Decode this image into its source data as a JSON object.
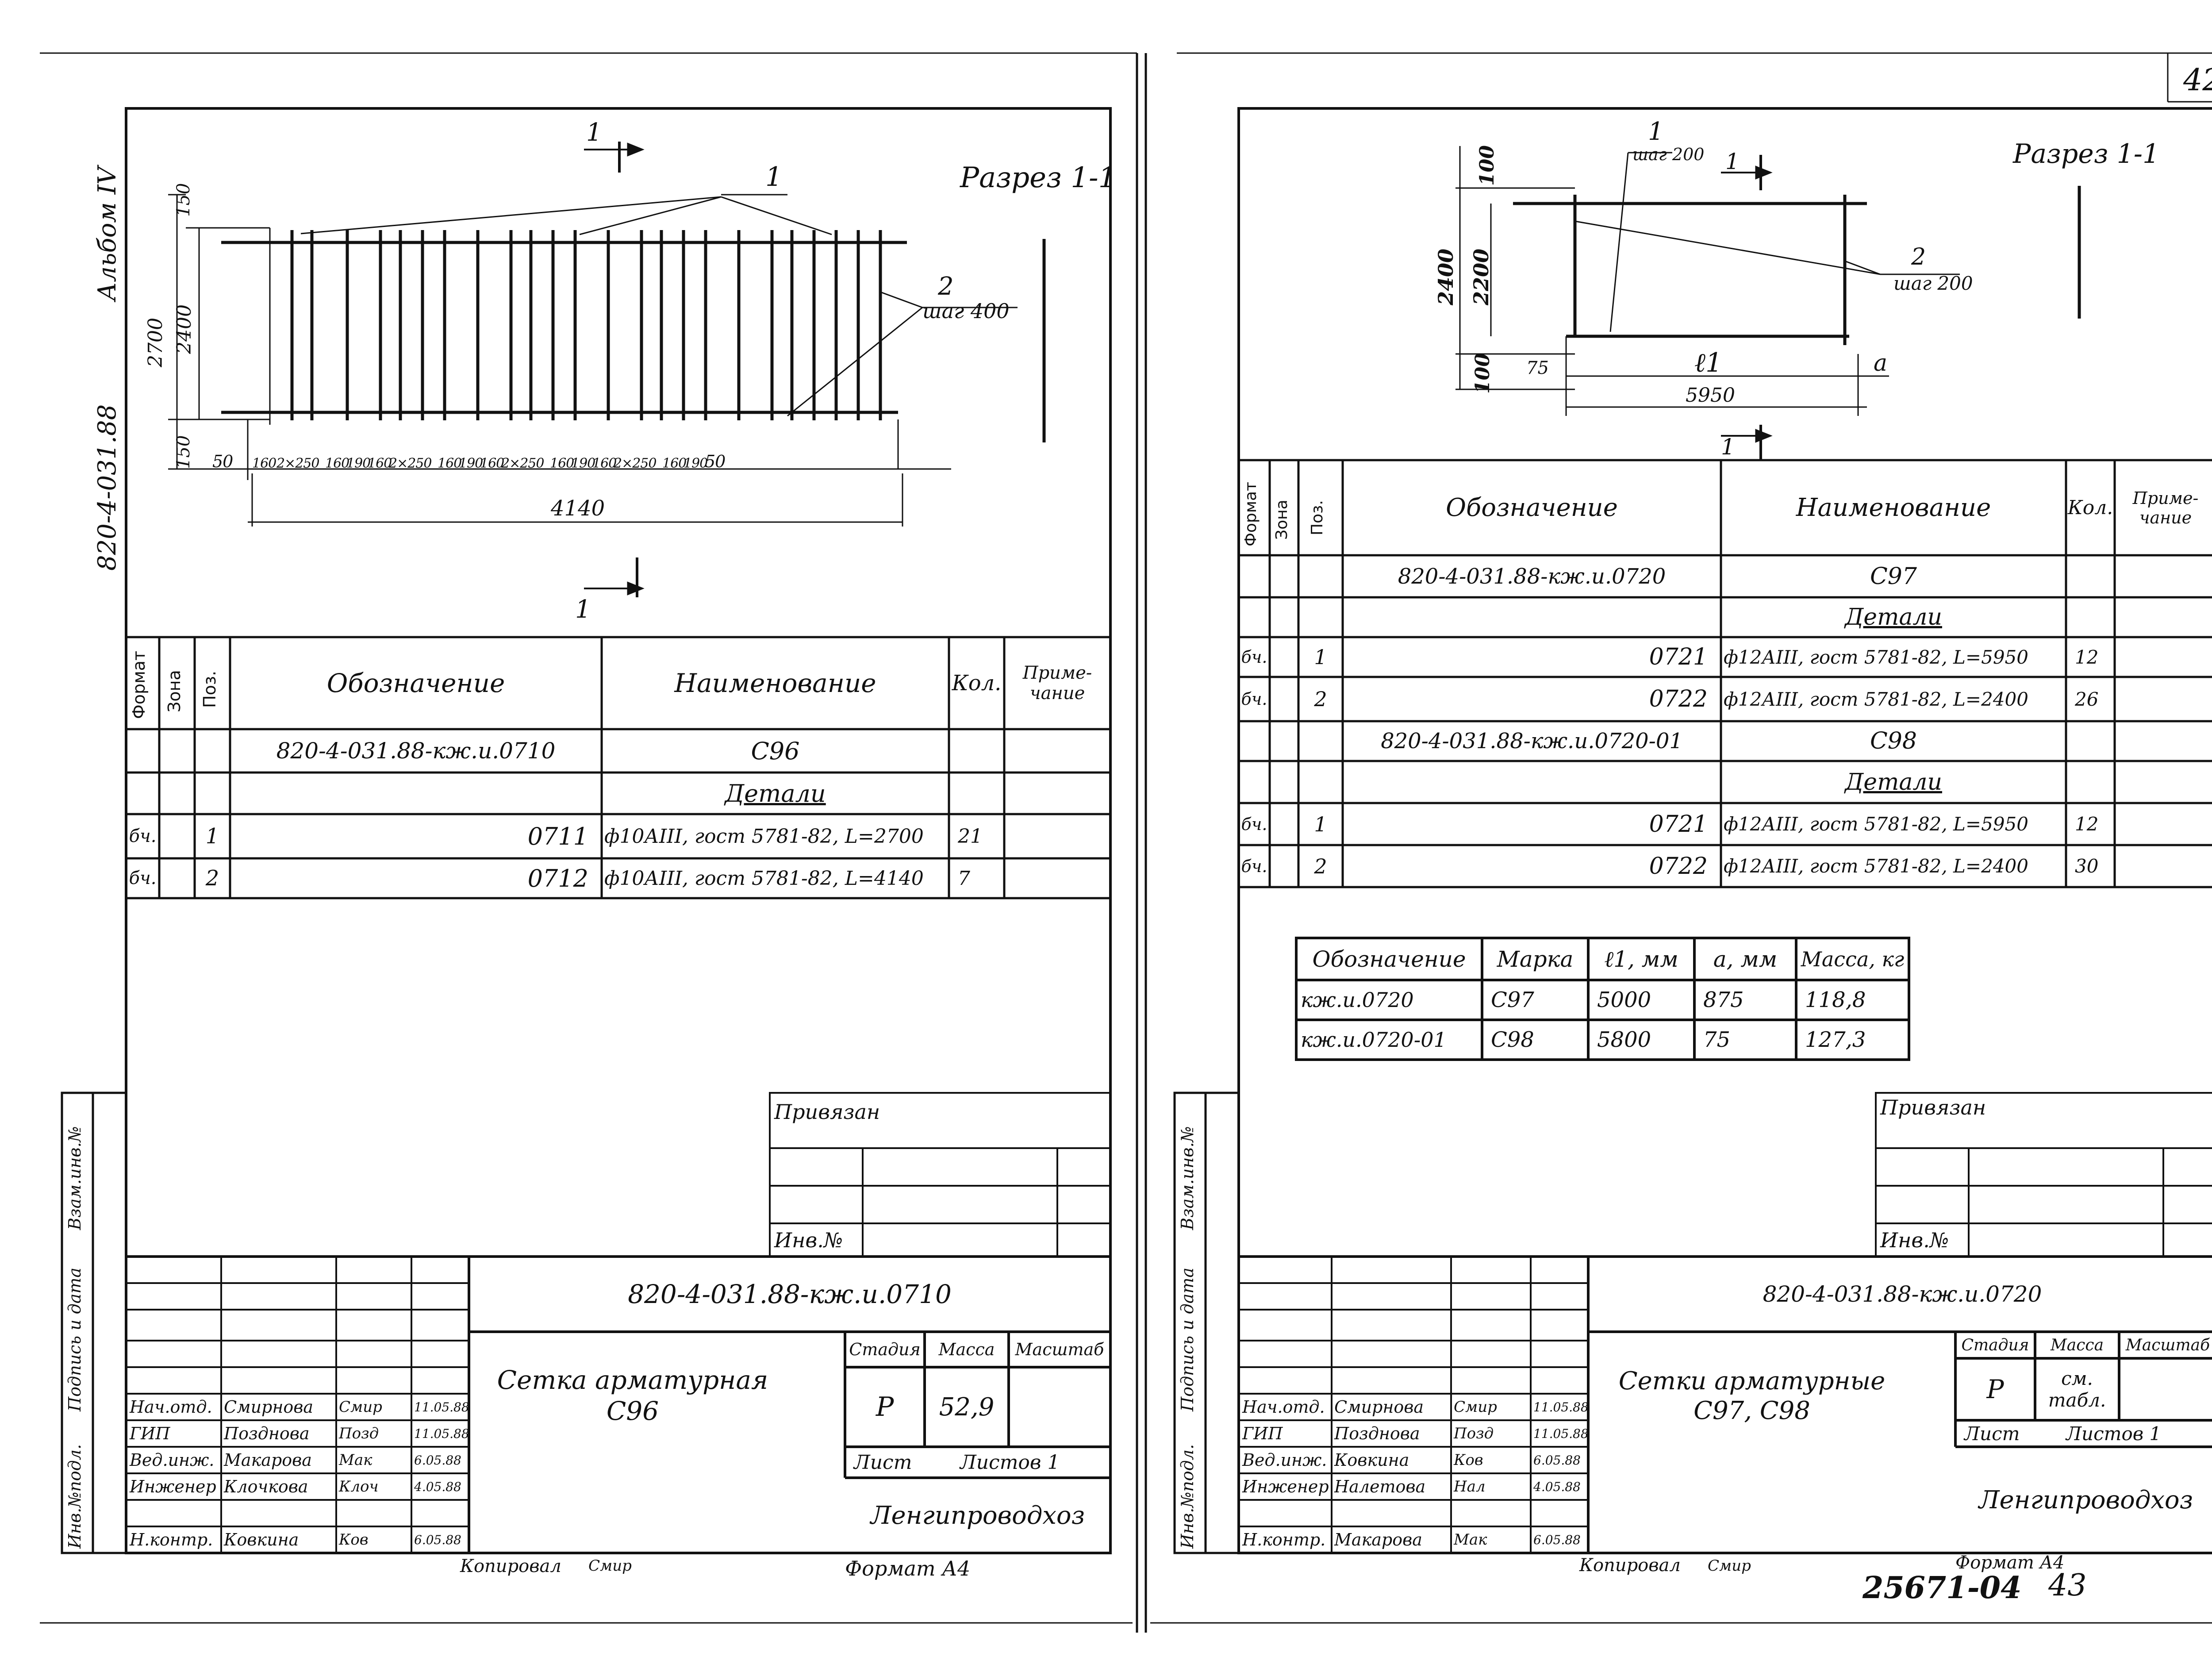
{
  "page_number_top": "42",
  "left": {
    "album_label": "Альбом IV",
    "project_code_vertical": "820-4-031.88",
    "section_title": "Разрез 1-1",
    "section_mark": "1",
    "callout_1": "1",
    "callout_2": "2",
    "callout_2_step": "шаг 400",
    "dim_vertical": [
      "2700",
      "2400",
      "150",
      "150"
    ],
    "dim_spacings": [
      "50",
      "160",
      "2×250",
      "160",
      "190",
      "160",
      "2×250",
      "160",
      "190",
      "160",
      "2×250",
      "160",
      "190",
      "160",
      "2×250",
      "160",
      "190",
      "50"
    ],
    "dim_total": "4140",
    "spec_headers": {
      "format": "Формат",
      "zone": "Зона",
      "pos": "Поз.",
      "designation": "Обозначение",
      "name": "Наименование",
      "qty": "Кол.",
      "note": "Приме-чание"
    },
    "spec_rows": [
      {
        "format": "",
        "pos": "",
        "designation": "820-4-031.88-кж.и.0710",
        "name": "С96",
        "qty": ""
      },
      {
        "format": "",
        "pos": "",
        "designation": "",
        "name": "Детали",
        "qty": ""
      },
      {
        "format": "бч.",
        "pos": "1",
        "designation": "0711",
        "name": "ф10АIII, гост 5781-82, L=2700",
        "qty": "21"
      },
      {
        "format": "бч.",
        "pos": "2",
        "designation": "0712",
        "name": "ф10АIII, гост 5781-82, L=4140",
        "qty": "7"
      }
    ],
    "privyazan": "Привязан",
    "inv_no": "Инв.№",
    "side_labels": [
      "Инв.№подл.",
      "Подпись и дата",
      "Взам.инв.№"
    ],
    "doc_code": "820-4-031.88-кж.и.0710",
    "title": "Сетка арматурная С96",
    "stage_label": "Стадия",
    "mass_label": "Масса",
    "scale_label": "Масштаб",
    "stage": "Р",
    "mass": "52,9",
    "sheet_label": "Лист",
    "sheets_label": "Листов 1",
    "org": "Ленгипроводхоз",
    "staff": [
      {
        "role": "Нач.отд.",
        "name": "Смирнова",
        "sign": "Смир",
        "date": "11.05.88"
      },
      {
        "role": "ГИП",
        "name": "Позднова",
        "sign": "Позд",
        "date": "11.05.88"
      },
      {
        "role": "Вед.инж.",
        "name": "Макарова",
        "sign": "Мак",
        "date": "6.05.88"
      },
      {
        "role": "Инженер",
        "name": "Клочкова",
        "sign": "Клоч",
        "date": "4.05.88"
      },
      {
        "role": "Н.контр.",
        "name": "Ковкина",
        "sign": "Ков",
        "date": "6.05.88"
      }
    ],
    "copied": "Копировал",
    "copied_sign": "Смир",
    "format": "Формат А4"
  },
  "right": {
    "section_title": "Разрез 1-1",
    "section_mark": "1",
    "callout_1": "1",
    "callout_1_step": "шаг 200",
    "callout_2": "2",
    "callout_2_step": "шаг 200",
    "dim_vertical": [
      "100",
      "2200",
      "2400",
      "100"
    ],
    "dim_75": "75",
    "dim_l1": "ℓ1",
    "dim_a": "а",
    "dim_total": "5950",
    "spec_headers": {
      "format": "Формат",
      "zone": "Зона",
      "pos": "Поз.",
      "designation": "Обозначение",
      "name": "Наименование",
      "qty": "Кол.",
      "note": "Приме-чание"
    },
    "spec_rows": [
      {
        "format": "",
        "pos": "",
        "designation": "820-4-031.88-кж.и.0720",
        "name": "С97",
        "qty": ""
      },
      {
        "format": "",
        "pos": "",
        "designation": "",
        "name": "Детали",
        "qty": ""
      },
      {
        "format": "бч.",
        "pos": "1",
        "designation": "0721",
        "name": "ф12АIII, гост 5781-82, L=5950",
        "qty": "12"
      },
      {
        "format": "бч.",
        "pos": "2",
        "designation": "0722",
        "name": "ф12АIII, гост 5781-82, L=2400",
        "qty": "26"
      },
      {
        "format": "",
        "pos": "",
        "designation": "820-4-031.88-кж.и.0720-01",
        "name": "С98",
        "qty": ""
      },
      {
        "format": "",
        "pos": "",
        "designation": "",
        "name": "Детали",
        "qty": ""
      },
      {
        "format": "бч.",
        "pos": "1",
        "designation": "0721",
        "name": "ф12АIII, гост 5781-82, L=5950",
        "qty": "12"
      },
      {
        "format": "бч.",
        "pos": "2",
        "designation": "0722",
        "name": "ф12АIII, гост 5781-82, L=2400",
        "qty": "30"
      }
    ],
    "variant_headers": [
      "Обозначение",
      "Марка",
      "ℓ1, мм",
      "а, мм",
      "Масса, кг"
    ],
    "variant_rows": [
      [
        "кж.и.0720",
        "С97",
        "5000",
        "875",
        "118,8"
      ],
      [
        "кж.и.0720-01",
        "С98",
        "5800",
        "75",
        "127,3"
      ]
    ],
    "privyazan": "Привязан",
    "inv_no": "Инв.№",
    "side_labels": [
      "Инв.№подл.",
      "Подпись и дата",
      "Взам.инв.№"
    ],
    "doc_code": "820-4-031.88-кж.и.0720",
    "title": "Сетки арматурные С97, С98",
    "stage_label": "Стадия",
    "mass_label": "Масса",
    "scale_label": "Масштаб",
    "stage": "Р",
    "mass": "см. табл.",
    "sheet_label": "Лист",
    "sheets_label": "Листов 1",
    "org": "Ленгипроводхоз",
    "staff": [
      {
        "role": "Нач.отд.",
        "name": "Смирнова",
        "sign": "Смир",
        "date": "11.05.88"
      },
      {
        "role": "ГИП",
        "name": "Позднова",
        "sign": "Позд",
        "date": "11.05.88"
      },
      {
        "role": "Вед.инж.",
        "name": "Ковкина",
        "sign": "Ков",
        "date": "6.05.88"
      },
      {
        "role": "Инженер",
        "name": "Налетова",
        "sign": "Нал",
        "date": "4.05.88"
      },
      {
        "role": "Н.контр.",
        "name": "Макарова",
        "sign": "Мак",
        "date": "6.05.88"
      }
    ],
    "copied": "Копировал",
    "copied_sign": "Смир",
    "format": "Формат А4",
    "archive_no": "25671-04",
    "page_number_bottom": "43"
  }
}
